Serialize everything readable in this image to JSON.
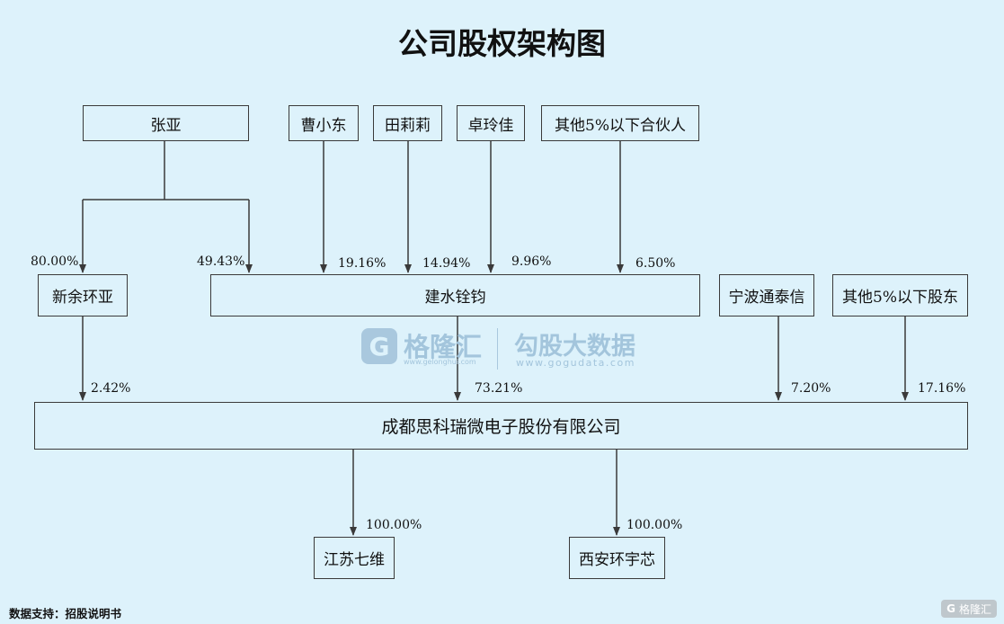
{
  "title": "公司股权架构图",
  "nodes": {
    "zhang_ya": "张亚",
    "cao_xiaodong": "曹小东",
    "tian_lili": "田莉莉",
    "zhuo_lingjia": "卓玲佳",
    "other_partners": "其他5%以下合伙人",
    "xinyu_huanya": "新余环亚",
    "jianshui_quanjun": "建水铨钧",
    "ningbo_tongtaixin": "宁波通泰信",
    "other_shareholders": "其他5%以下股东",
    "company": "成都思科瑞微电子股份有限公司",
    "jiangsu_qiwei": "江苏七维",
    "xian_huanyuxin": "西安环宇芯"
  },
  "percentages": {
    "zhang_to_xinyu": "80.00%",
    "zhang_to_jianshui": "49.43%",
    "cao_to_jianshui": "19.16%",
    "tian_to_jianshui": "14.94%",
    "zhuo_to_jianshui": "9.96%",
    "others_to_jianshui": "6.50%",
    "xinyu_to_company": "2.42%",
    "jianshui_to_company": "73.21%",
    "ningbo_to_company": "7.20%",
    "others_to_company": "17.16%",
    "company_to_jiangsu": "100.00%",
    "company_to_xian": "100.00%"
  },
  "watermark": {
    "logo_glyph": "G",
    "brand_cn": "格隆汇",
    "brand_url": "www.gelonghui.com",
    "partner_cn": "勾股大数据",
    "partner_url": "www.gogudata.com"
  },
  "source": "数据支持：招股说明书",
  "corner_brand": "格隆汇",
  "colors": {
    "background": "#ddf2fb",
    "line": "#3a3a3a",
    "watermark": "#a3c5dc"
  }
}
